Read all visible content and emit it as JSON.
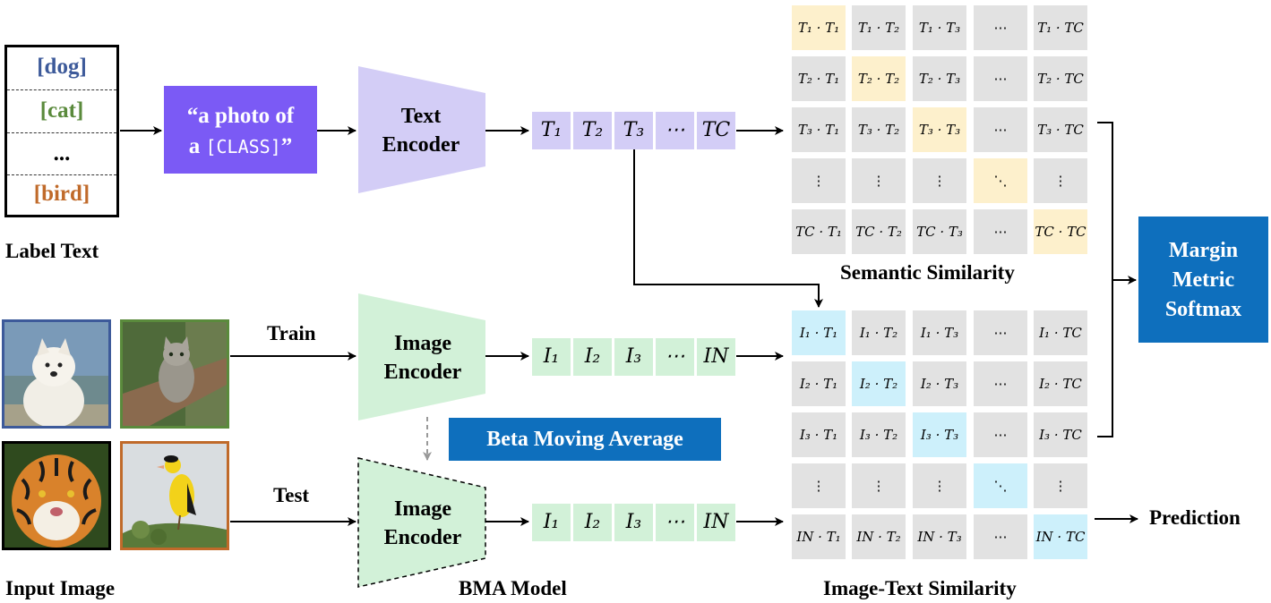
{
  "label_text": {
    "items": [
      "[dog]",
      "[cat]",
      "...",
      "[bird]"
    ],
    "colors": [
      "#3d5a9a",
      "#5a8a3c",
      "#000000",
      "#c06a2a"
    ],
    "caption": "Label Text"
  },
  "prompt": {
    "line1": "“a photo of",
    "line2_prefix": "a ",
    "class_token": "[CLASS]",
    "line2_suffix": "”"
  },
  "text_encoder": {
    "line1": "Text",
    "line2": "Encoder"
  },
  "image_encoder": {
    "line1": "Image",
    "line2": "Encoder"
  },
  "bma_encoder": {
    "line1": "Image",
    "line2": "Encoder"
  },
  "text_tokens": [
    "T₁",
    "T₂",
    "T₃",
    "⋯",
    "T𝐶"
  ],
  "image_tokens": [
    "I₁",
    "I₂",
    "I₃",
    "⋯",
    "I𝑁"
  ],
  "bma_tokens": [
    "I₁",
    "I₂",
    "I₃",
    "⋯",
    "I𝑁"
  ],
  "semantic_matrix": {
    "rows": [
      [
        "T₁ · T₁",
        "T₁ · T₂",
        "T₁ · T₃",
        "⋯",
        "T₁ · T𝐶"
      ],
      [
        "T₂ · T₁",
        "T₂ · T₂",
        "T₂ · T₃",
        "⋯",
        "T₂ · T𝐶"
      ],
      [
        "T₃ · T₁",
        "T₃ · T₂",
        "T₃ · T₃",
        "⋯",
        "T₃ · T𝐶"
      ],
      [
        "⋮",
        "⋮",
        "⋮",
        "⋱",
        "⋮"
      ],
      [
        "T𝐶 · T₁",
        "T𝐶 · T₂",
        "T𝐶 · T₃",
        "⋯",
        "T𝐶 · T𝐶"
      ]
    ],
    "caption": "Semantic Similarity",
    "highlight_color": "#fdf0cc"
  },
  "image_text_matrix": {
    "rows": [
      [
        "I₁ · T₁",
        "I₁ · T₂",
        "I₁ · T₃",
        "⋯",
        "I₁ · T𝐶"
      ],
      [
        "I₂ · T₁",
        "I₂ · T₂",
        "I₂ · T₃",
        "⋯",
        "I₂ · T𝐶"
      ],
      [
        "I₃ · T₁",
        "I₃ · T₂",
        "I₃ · T₃",
        "⋯",
        "I₃ · T𝐶"
      ],
      [
        "⋮",
        "⋮",
        "⋮",
        "⋱",
        "⋮"
      ],
      [
        "I𝑁 · T₁",
        "I𝑁 · T₂",
        "I𝑁 · T₃",
        "⋯",
        "I𝑁 · T𝐶"
      ]
    ],
    "caption": "Image-Text Similarity",
    "highlight_color": "#cdf0fb"
  },
  "margin_box": {
    "line1": "Margin",
    "line2": "Metric",
    "line3": "Softmax"
  },
  "bma_box": "Beta Moving Average",
  "labels": {
    "train": "Train",
    "test": "Test",
    "input_image": "Input Image",
    "bma_model": "BMA Model",
    "prediction": "Prediction"
  },
  "photos": [
    {
      "name": "dog-photo",
      "border": "#3d5a9a"
    },
    {
      "name": "cat-photo",
      "border": "#5a8a3c"
    },
    {
      "name": "tiger-photo",
      "border": "#000000"
    },
    {
      "name": "bird-photo",
      "border": "#c06a2a"
    }
  ],
  "colors": {
    "prompt": "#7b5af5",
    "text_encoder": "#d3cdf6",
    "image_encoder": "#d2f1d8",
    "box_blue": "#0e6fbd"
  }
}
